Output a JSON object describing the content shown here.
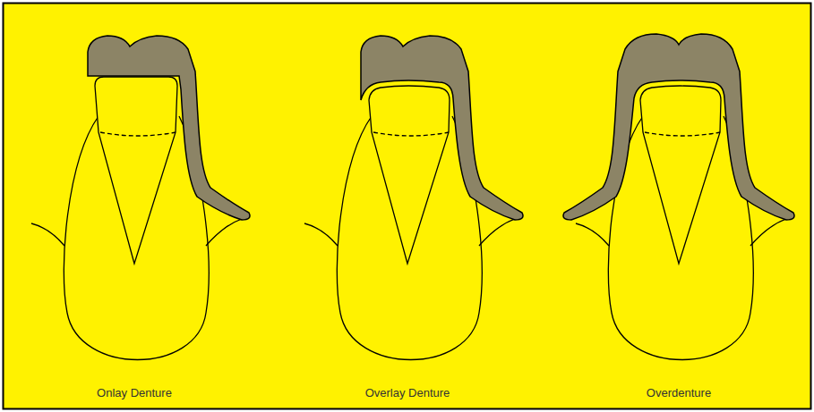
{
  "diagram": {
    "labels": [
      "Onlay Denture",
      "Overlay Denture",
      "Overdenture"
    ]
  }
}
